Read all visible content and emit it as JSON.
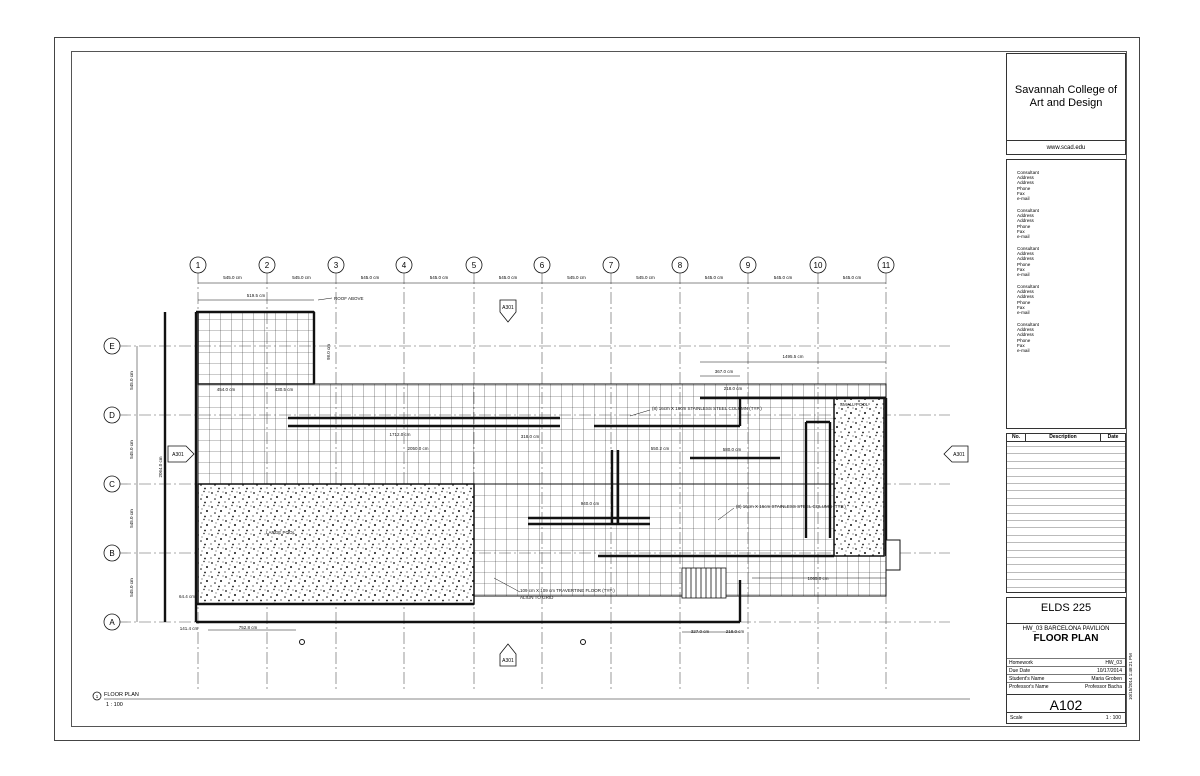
{
  "plan": {
    "grid_columns": [
      "1",
      "2",
      "3",
      "4",
      "5",
      "6",
      "7",
      "8",
      "9",
      "10",
      "11"
    ],
    "grid_rows": [
      "E",
      "D",
      "C",
      "B",
      "A"
    ],
    "column_spacing": [
      "545.0 cm",
      "545.0 cm",
      "545.0 cm",
      "545.0 cm",
      "545.0 cm",
      "545.0 cm",
      "545.0 cm",
      "545.0 cm",
      "545.0 cm",
      "545.0 cm"
    ],
    "row_spacing": [
      "545.0 cm",
      "545.0 cm",
      "545.0 cm",
      "545.0 cm"
    ],
    "section_tag": "A301",
    "dimensions": {
      "d1": "519.5 cm",
      "d2": "1495.5 cm",
      "d3": "367.0 cm",
      "d4": "218.0 cm",
      "d5": "1712.0 cm",
      "d6": "2050.0 cm",
      "d7": "318.0 cm",
      "d8": "550.2 cm",
      "d9": "580.0 cm",
      "d10": "940.0 cm",
      "d11": "1065.0 cm",
      "d12": "752.8 cm",
      "d13": "327.0 cm",
      "d14": "218.0 cm",
      "d15": "2064.0 cm",
      "d16": "454.0 cm",
      "d17": "430.5 cm",
      "d18": "98.0 cm",
      "d19": "64.4 cm",
      "d20": "141.4 cm"
    },
    "annotations": {
      "roof_above": "ROOF ABOVE",
      "column_1": "(8) 16cm X 16cm STAINLESS STEEL COLUMN (TYP.)",
      "column_2": "(8) 16cm X 16cm STAINLESS STEEL COLUMN (TYP.)",
      "travertine": "109 cm X 109 cm TRAVERTINE FLOOR (TYP.)",
      "align": "ALIGN TO GRID",
      "pool": "LARGE POOL",
      "small_pool": "SMALL POOL"
    },
    "view_title": "FLOOR PLAN",
    "view_scale": "1 : 100",
    "view_number": "1"
  },
  "titleblock": {
    "school_name_line1": "Savannah College of",
    "school_name_line2": "Art and Design",
    "website": "www.scad.edu",
    "consultants": [
      [
        "Consultant",
        "Address",
        "Address",
        "Phone",
        "Fax",
        "e-mail"
      ],
      [
        "Consultant",
        "Address",
        "Address",
        "Phone",
        "Fax",
        "e-mail"
      ],
      [
        "Consultant",
        "Address",
        "Address",
        "Phone",
        "Fax",
        "e-mail"
      ],
      [
        "Consultant",
        "Address",
        "Address",
        "Phone",
        "Fax",
        "e-mail"
      ],
      [
        "Consultant",
        "Address",
        "Address",
        "Phone",
        "Fax",
        "e-mail"
      ]
    ],
    "revision_headers": {
      "no": "No.",
      "description": "Description",
      "date": "Date"
    },
    "course": "ELDS 225",
    "project": "HW_03 BARCELONA PAVILION",
    "sheet_title": "FLOOR PLAN",
    "meta": [
      {
        "key": "Homework",
        "value": "HW_03"
      },
      {
        "key": "Due Date",
        "value": "10/17/2014"
      },
      {
        "key": "Student's Name",
        "value": "Maria Groben"
      },
      {
        "key": "Professor's Name",
        "value": "Professor Bacha"
      }
    ],
    "sheet_number": "A102",
    "scale_label": "Scale",
    "scale_value": "1 : 100",
    "timestamp": "10/15/2014 1:48:21 PM"
  },
  "colors": {
    "line": "#222222",
    "grid": "#555555",
    "fill": "#ffffff"
  }
}
